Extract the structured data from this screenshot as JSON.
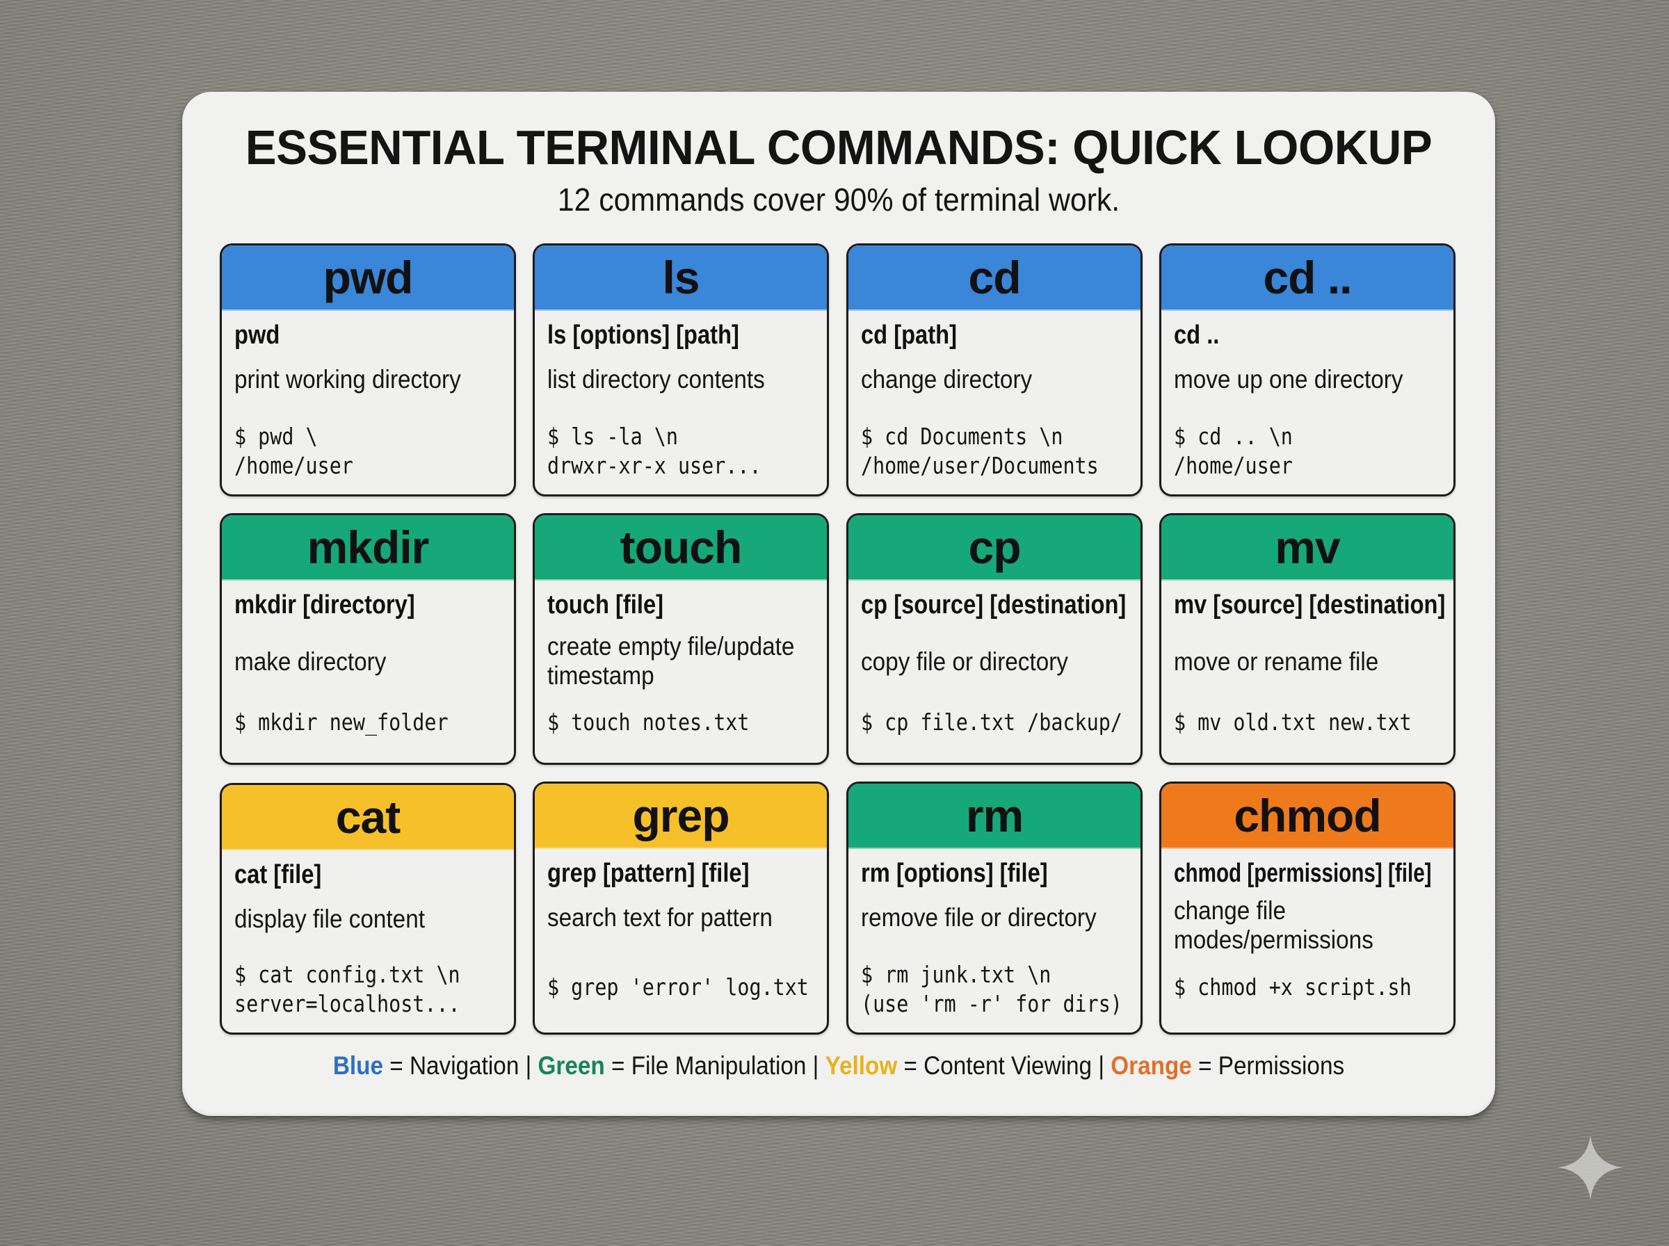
{
  "title": "ESSENTIAL TERMINAL COMMANDS: QUICK LOOKUP",
  "subtitle": "12 commands cover 90% of terminal work.",
  "colors": {
    "blue": "#3a86d8",
    "green": "#16a878",
    "yellow": "#f5c02a",
    "orange": "#ee7a1c",
    "legend_blue": "#2f6fc4",
    "legend_green": "#15855a",
    "legend_yellow": "#e8b21a",
    "legend_orange": "#e0702a"
  },
  "cards": [
    {
      "name": "pwd",
      "category": "blue",
      "syntax": "pwd",
      "description": "print working directory",
      "example": "$ pwd \\\n/home/user"
    },
    {
      "name": "ls",
      "category": "blue",
      "syntax": "ls [options] [path]",
      "description": "list directory contents",
      "example": "$ ls -la \\n\ndrwxr-xr-x user..."
    },
    {
      "name": "cd",
      "category": "blue",
      "syntax": "cd [path]",
      "description": "change directory",
      "example": "$ cd Documents \\n\n/home/user/Documents"
    },
    {
      "name": "cd ..",
      "category": "blue",
      "syntax": "cd ..",
      "description": "move up one directory",
      "example": "$ cd .. \\n\n/home/user"
    },
    {
      "name": "mkdir",
      "category": "green",
      "syntax": "mkdir [directory]",
      "description": "make directory",
      "example": "$ mkdir new_folder"
    },
    {
      "name": "touch",
      "category": "green",
      "syntax": "touch [file]",
      "description": "create empty file/update timestamp",
      "example": "$ touch notes.txt"
    },
    {
      "name": "cp",
      "category": "green",
      "syntax": "cp [source] [destination]",
      "description": "copy file or directory",
      "example": "$ cp file.txt /backup/"
    },
    {
      "name": "mv",
      "category": "green",
      "syntax": "mv [source] [destination]",
      "description": "move or rename file",
      "example": "$ mv old.txt new.txt"
    },
    {
      "name": "cat",
      "category": "yellow",
      "syntax": "cat [file]",
      "description": "display file content",
      "example": "$ cat config.txt \\n\nserver=localhost..."
    },
    {
      "name": "grep",
      "category": "yellow",
      "syntax": "grep [pattern] [file]",
      "description": "search text for pattern",
      "example": "$ grep 'error' log.txt"
    },
    {
      "name": "rm",
      "category": "green",
      "syntax": "rm [options] [file]",
      "description": "remove file or directory",
      "example": "$ rm junk.txt \\n\n(use 'rm -r' for dirs)"
    },
    {
      "name": "chmod",
      "category": "orange",
      "syntax": "chmod [permissions] [file]",
      "description": "change file modes/permissions",
      "example": "$ chmod +x script.sh"
    }
  ],
  "legend": {
    "blue_key": "Blue",
    "blue_text": " = Navigation | ",
    "green_key": "Green",
    "green_text": " = File Manipulation | ",
    "yellow_key": "Yellow",
    "yellow_text": " = Content Viewing | ",
    "orange_key": "Orange",
    "orange_text": " = Permissions"
  },
  "watermark_icon": "sparkle-icon"
}
